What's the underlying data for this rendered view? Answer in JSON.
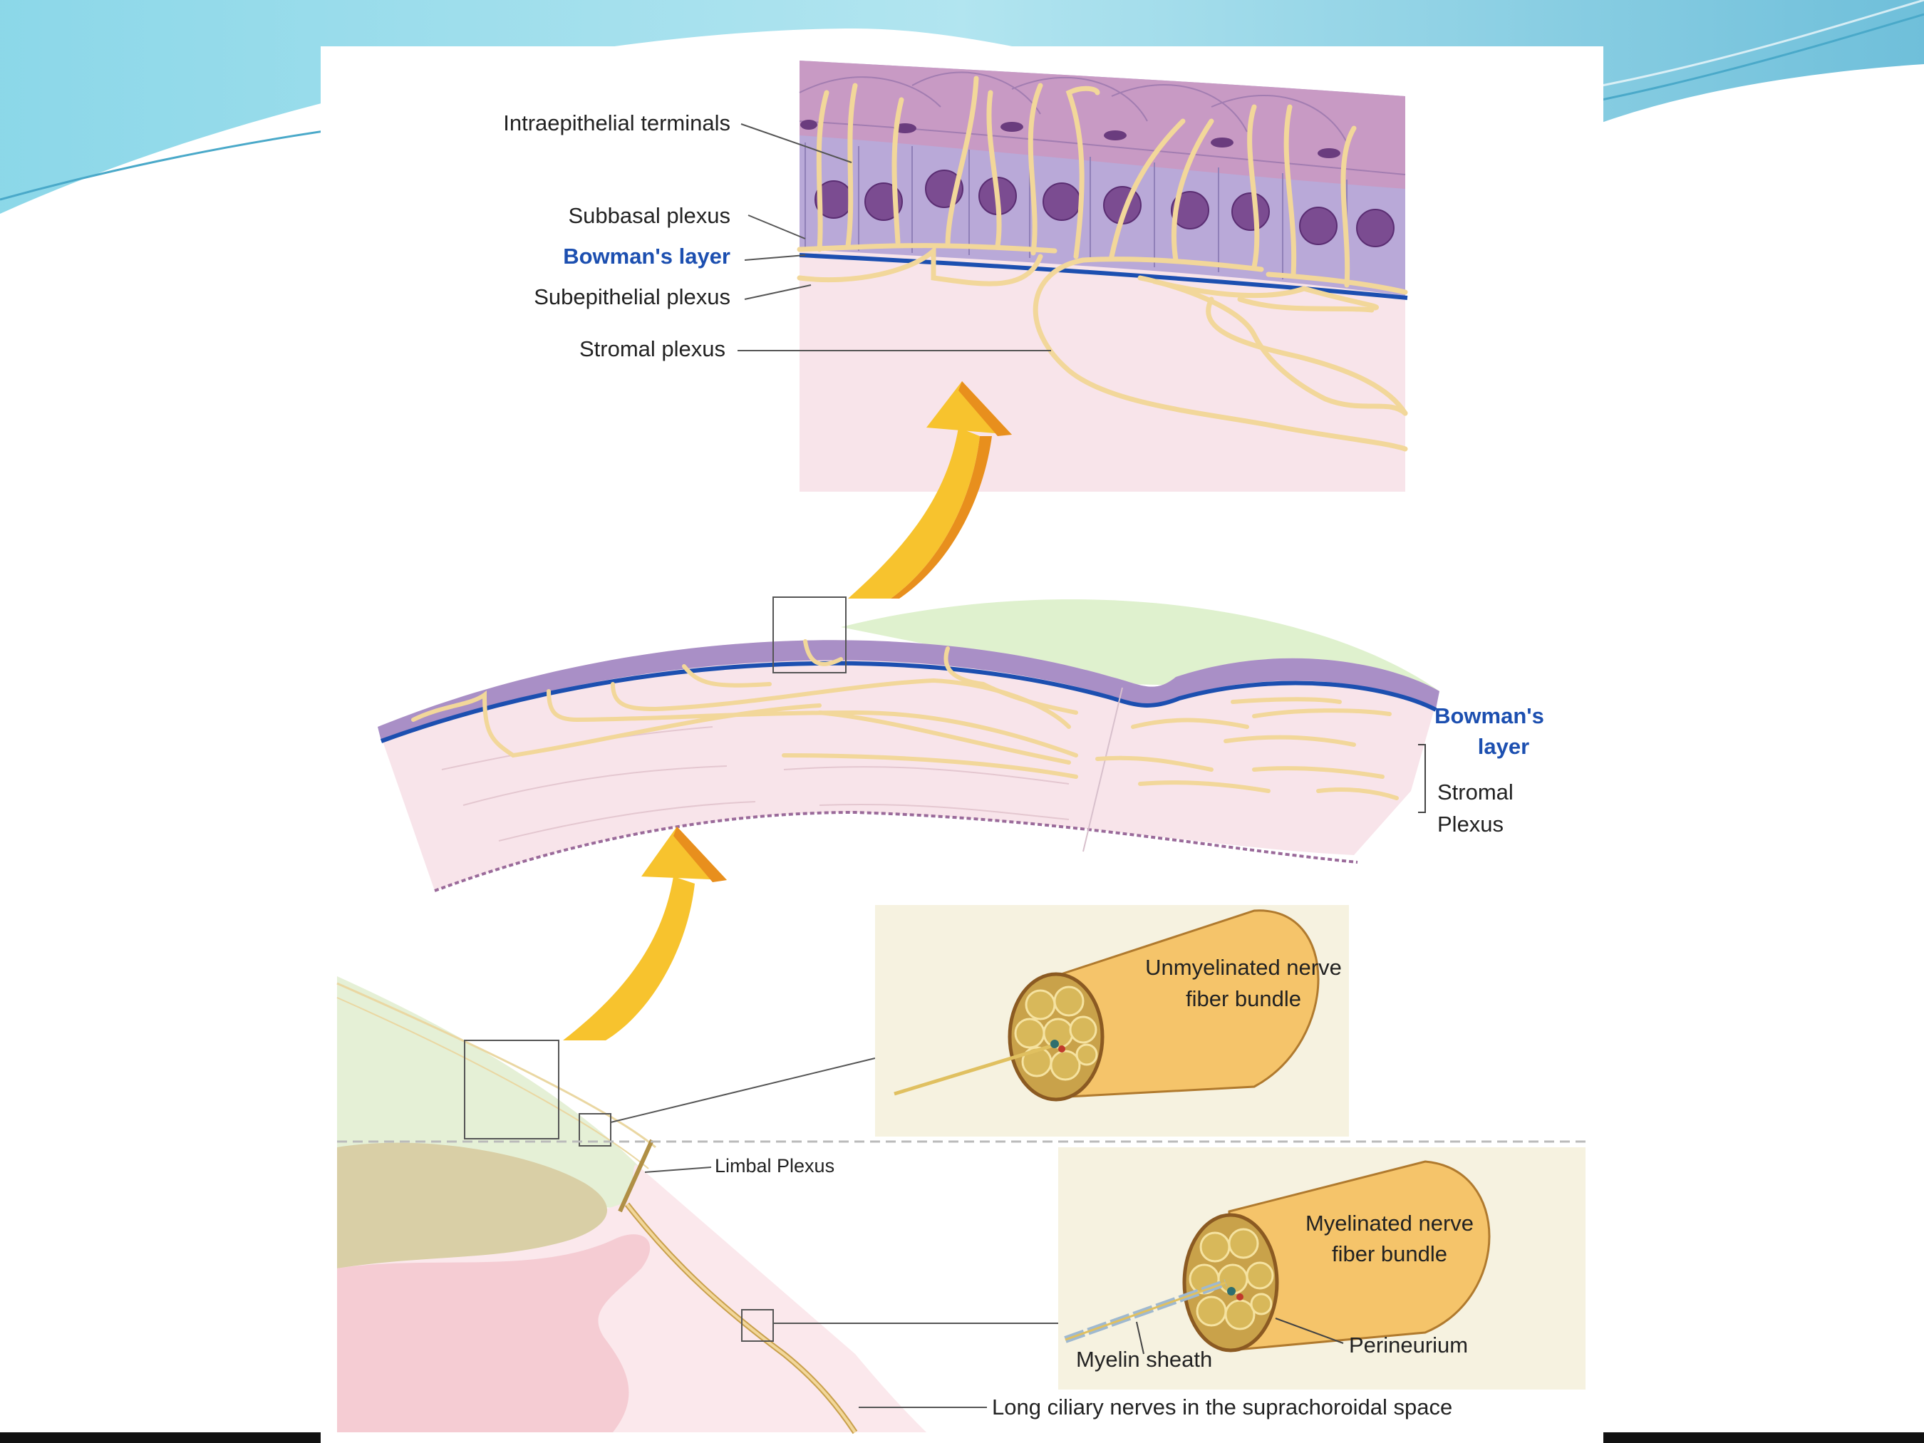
{
  "top_inset": {
    "intraepithelial_terminals": "Intraepithelial terminals",
    "subbasal_plexus": "Subbasal plexus",
    "bowmans_layer": "Bowman's layer",
    "subepithelial_plexus": "Subepithelial plexus",
    "stromal_plexus": "Stromal plexus"
  },
  "middle_section": {
    "bowmans_layer_line1": "Bowman's",
    "bowmans_layer_line2": "layer",
    "stromal_plexus_line1": "Stromal",
    "stromal_plexus_line2": "Plexus"
  },
  "unmyelinated": {
    "line1": "Unmyelinated nerve",
    "line2": "fiber bundle"
  },
  "myelinated": {
    "line1": "Myelinated nerve",
    "line2": "fiber bundle",
    "perineurium": "Perineurium",
    "myelin_sheath": "Myelin sheath"
  },
  "bottom": {
    "limbal_plexus": "Limbal Plexus",
    "long_ciliary_nerves": "Long ciliary nerves in the suprachoroidal space"
  },
  "colors": {
    "nerve": "#f2d79a",
    "epithelium": "#b9a9d8",
    "surface": "#c89ac4",
    "bowman": "#1c4fb0",
    "stroma": "#f8e4ea",
    "arrow": "#f7c32e",
    "bundle": "#f5c46a"
  }
}
